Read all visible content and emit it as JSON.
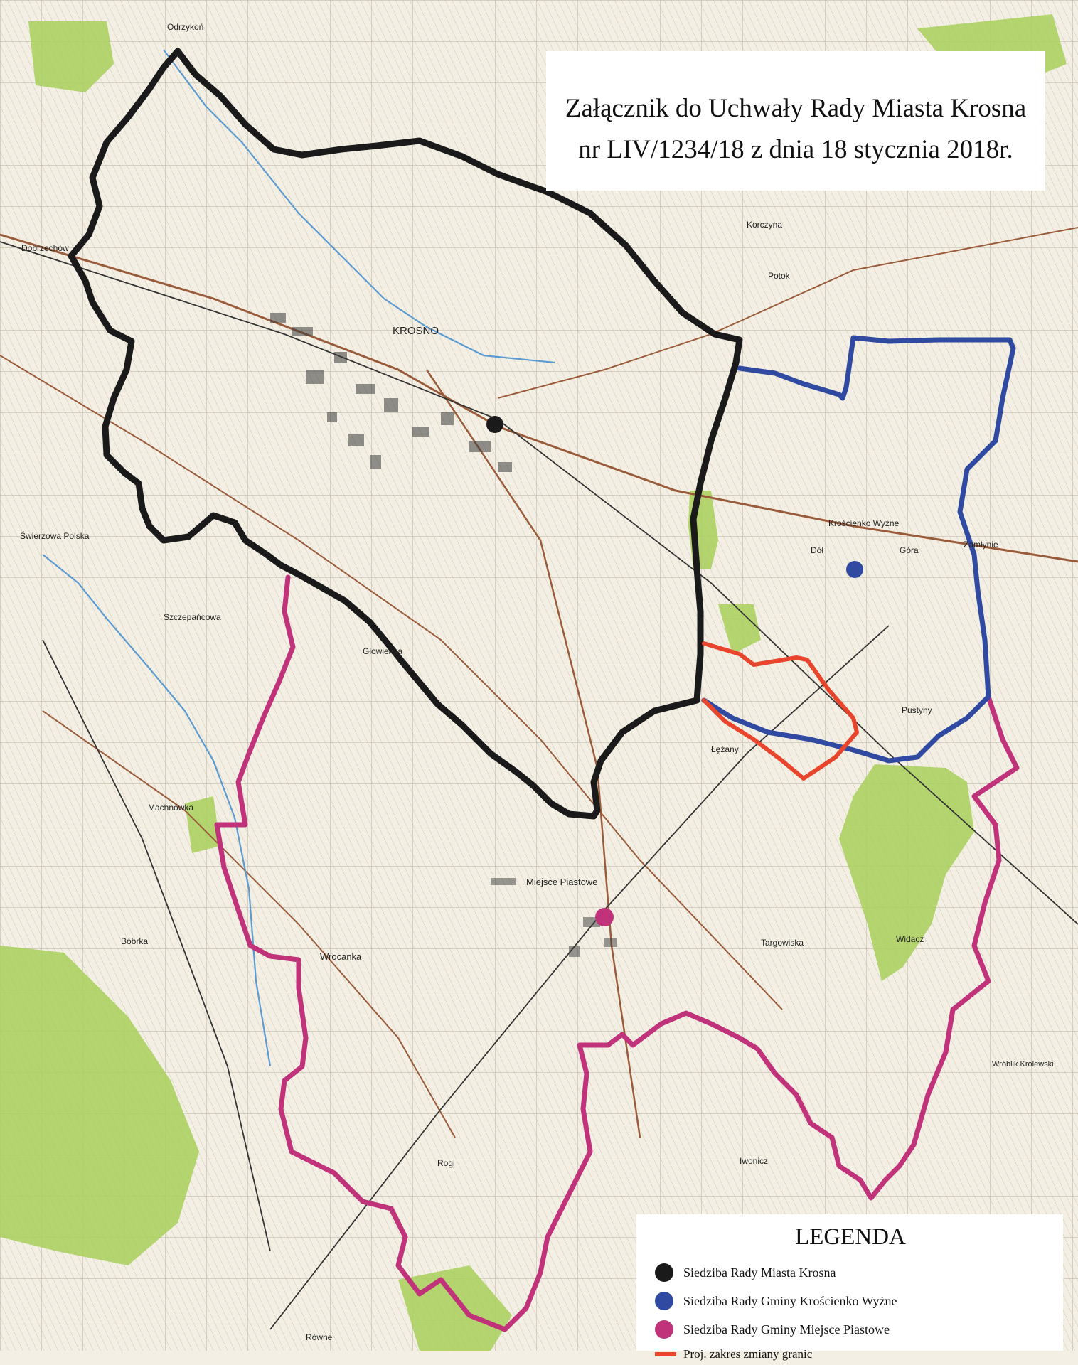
{
  "title": {
    "line1": "Załącznik do Uchwały Rady Miasta Krosna",
    "line2": "nr LIV/1234/18 z dnia 18 stycznia 2018r."
  },
  "colors": {
    "krosno": "#1a1a1a",
    "kroscienko": "#2f4aa0",
    "miejsce": "#c0337a",
    "proj": "#e8452c",
    "forest": "#a8cf5a",
    "base": "#f3efe4"
  },
  "places": [
    {
      "name": "KROSNO"
    },
    {
      "name": "Korczyna"
    },
    {
      "name": "Krościenko Wyżne"
    },
    {
      "name": "Miejsce Piastowe"
    },
    {
      "name": "Głowienka"
    },
    {
      "name": "Szczepańcowa"
    },
    {
      "name": "Świerzowa Polska"
    },
    {
      "name": "Wrocanka"
    },
    {
      "name": "Targowiska"
    },
    {
      "name": "Iwonicz"
    },
    {
      "name": "Rogi"
    },
    {
      "name": "Równe"
    },
    {
      "name": "Widacz"
    },
    {
      "name": "Łężany"
    },
    {
      "name": "Pustyny"
    },
    {
      "name": "Wróblik Królewski"
    },
    {
      "name": "Odrzykoń"
    },
    {
      "name": "Dobrzechów"
    },
    {
      "name": "Potok"
    },
    {
      "name": "Bóbrka"
    },
    {
      "name": "Machnówka"
    },
    {
      "name": "Dół"
    },
    {
      "name": "Góra"
    },
    {
      "name": "Zamłynie"
    }
  ],
  "legend": {
    "title": "LEGENDA",
    "items": [
      {
        "label": "Siedziba Rady Miasta Krosna",
        "color": "#1a1a1a"
      },
      {
        "label": "Siedziba Rady Gminy Krościenko Wyżne",
        "color": "#2f4aa0"
      },
      {
        "label": "Siedziba Rady Gminy Miejsce Piastowe",
        "color": "#c0337a"
      }
    ],
    "line_item": {
      "label": "Proj. zakres zmiany granic",
      "color": "#e8452c"
    }
  }
}
